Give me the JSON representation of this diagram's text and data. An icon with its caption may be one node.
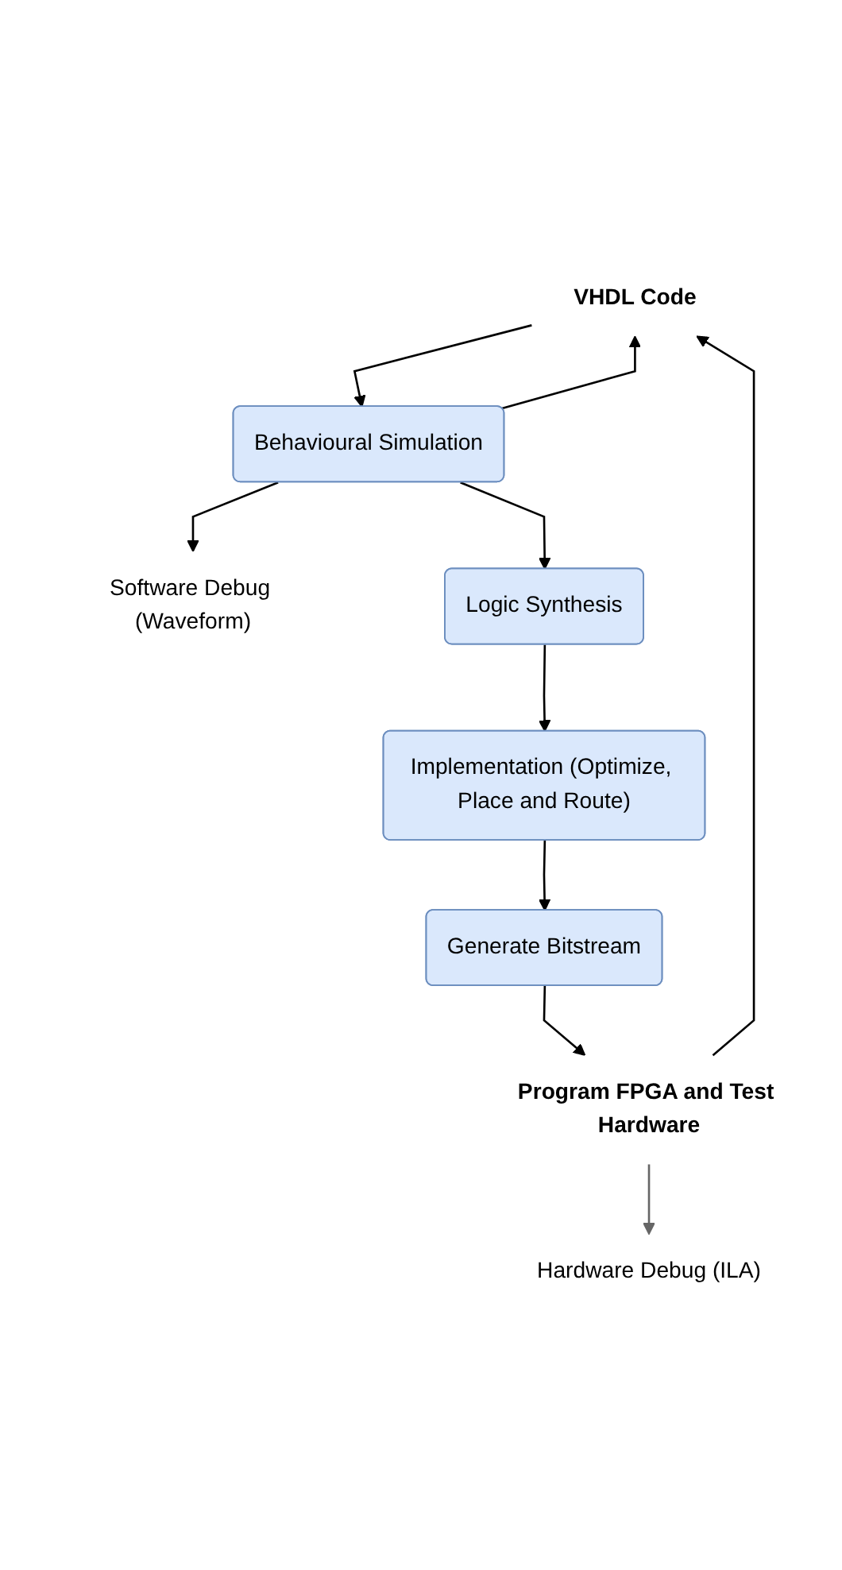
{
  "diagram": {
    "nodes": [
      {
        "text": [
          "VHDL Code"
        ]
      },
      {
        "text": [
          "Behavioural Simulation"
        ]
      },
      {
        "text": [
          "Software Debug (Waveform)"
        ]
      },
      {
        "text": [
          "Logic Synthesis"
        ]
      },
      {
        "text": [
          "Implementation (Optimize, Place and Route)"
        ]
      },
      {
        "text": [
          "Generate Bitstream"
        ]
      },
      {
        "text": [
          "Program FPGA and Test Hardware"
        ]
      },
      {
        "text": [
          "Hardware Debug (ILA)"
        ]
      }
    ],
    "edges": [
      {
        "from": 0,
        "to": 1,
        "arrow": "to"
      },
      {
        "from": 1,
        "to": 2,
        "arrow": "to"
      },
      {
        "from": 1,
        "to": 3,
        "arrow": "to"
      },
      {
        "from": 1,
        "to": 0,
        "arrow": "to"
      },
      {
        "from": 3,
        "to": 4,
        "arrow": "to"
      },
      {
        "from": 4,
        "to": 5,
        "arrow": "to"
      },
      {
        "from": 5,
        "to": 6,
        "arrow": "to"
      },
      {
        "from": 6,
        "to": 7,
        "arrow": "to",
        "color": "#666666"
      },
      {
        "from": 6,
        "to": 0,
        "arrow": "to"
      }
    ]
  }
}
